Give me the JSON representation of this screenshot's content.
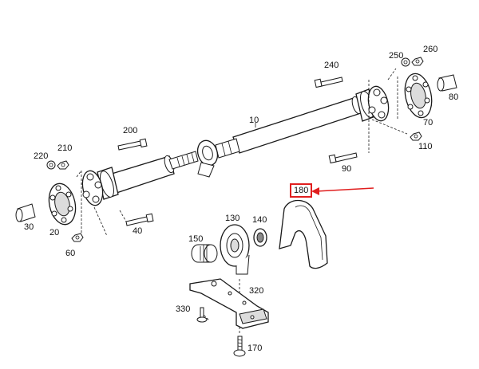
{
  "diagram": {
    "highlight_color": "#e01e1e",
    "line_color": "#1a1a1a",
    "fill_color": "#ffffff",
    "shade_color": "#d9d9d9",
    "highlighted_part": "180",
    "parts": [
      {
        "id": "p10",
        "number": "10"
      },
      {
        "id": "p20",
        "number": "20"
      },
      {
        "id": "p30",
        "number": "30"
      },
      {
        "id": "p40",
        "number": "40"
      },
      {
        "id": "p60",
        "number": "60"
      },
      {
        "id": "p70",
        "number": "70"
      },
      {
        "id": "p80",
        "number": "80"
      },
      {
        "id": "p90",
        "number": "90"
      },
      {
        "id": "p110",
        "number": "110"
      },
      {
        "id": "p130",
        "number": "130"
      },
      {
        "id": "p140",
        "number": "140"
      },
      {
        "id": "p150",
        "number": "150"
      },
      {
        "id": "p170",
        "number": "170"
      },
      {
        "id": "p180",
        "number": "180"
      },
      {
        "id": "p200",
        "number": "200"
      },
      {
        "id": "p210",
        "number": "210"
      },
      {
        "id": "p220",
        "number": "220"
      },
      {
        "id": "p240",
        "number": "240"
      },
      {
        "id": "p250",
        "number": "250"
      },
      {
        "id": "p260",
        "number": "260"
      },
      {
        "id": "p320",
        "number": "320"
      },
      {
        "id": "p330",
        "number": "330"
      }
    ]
  }
}
